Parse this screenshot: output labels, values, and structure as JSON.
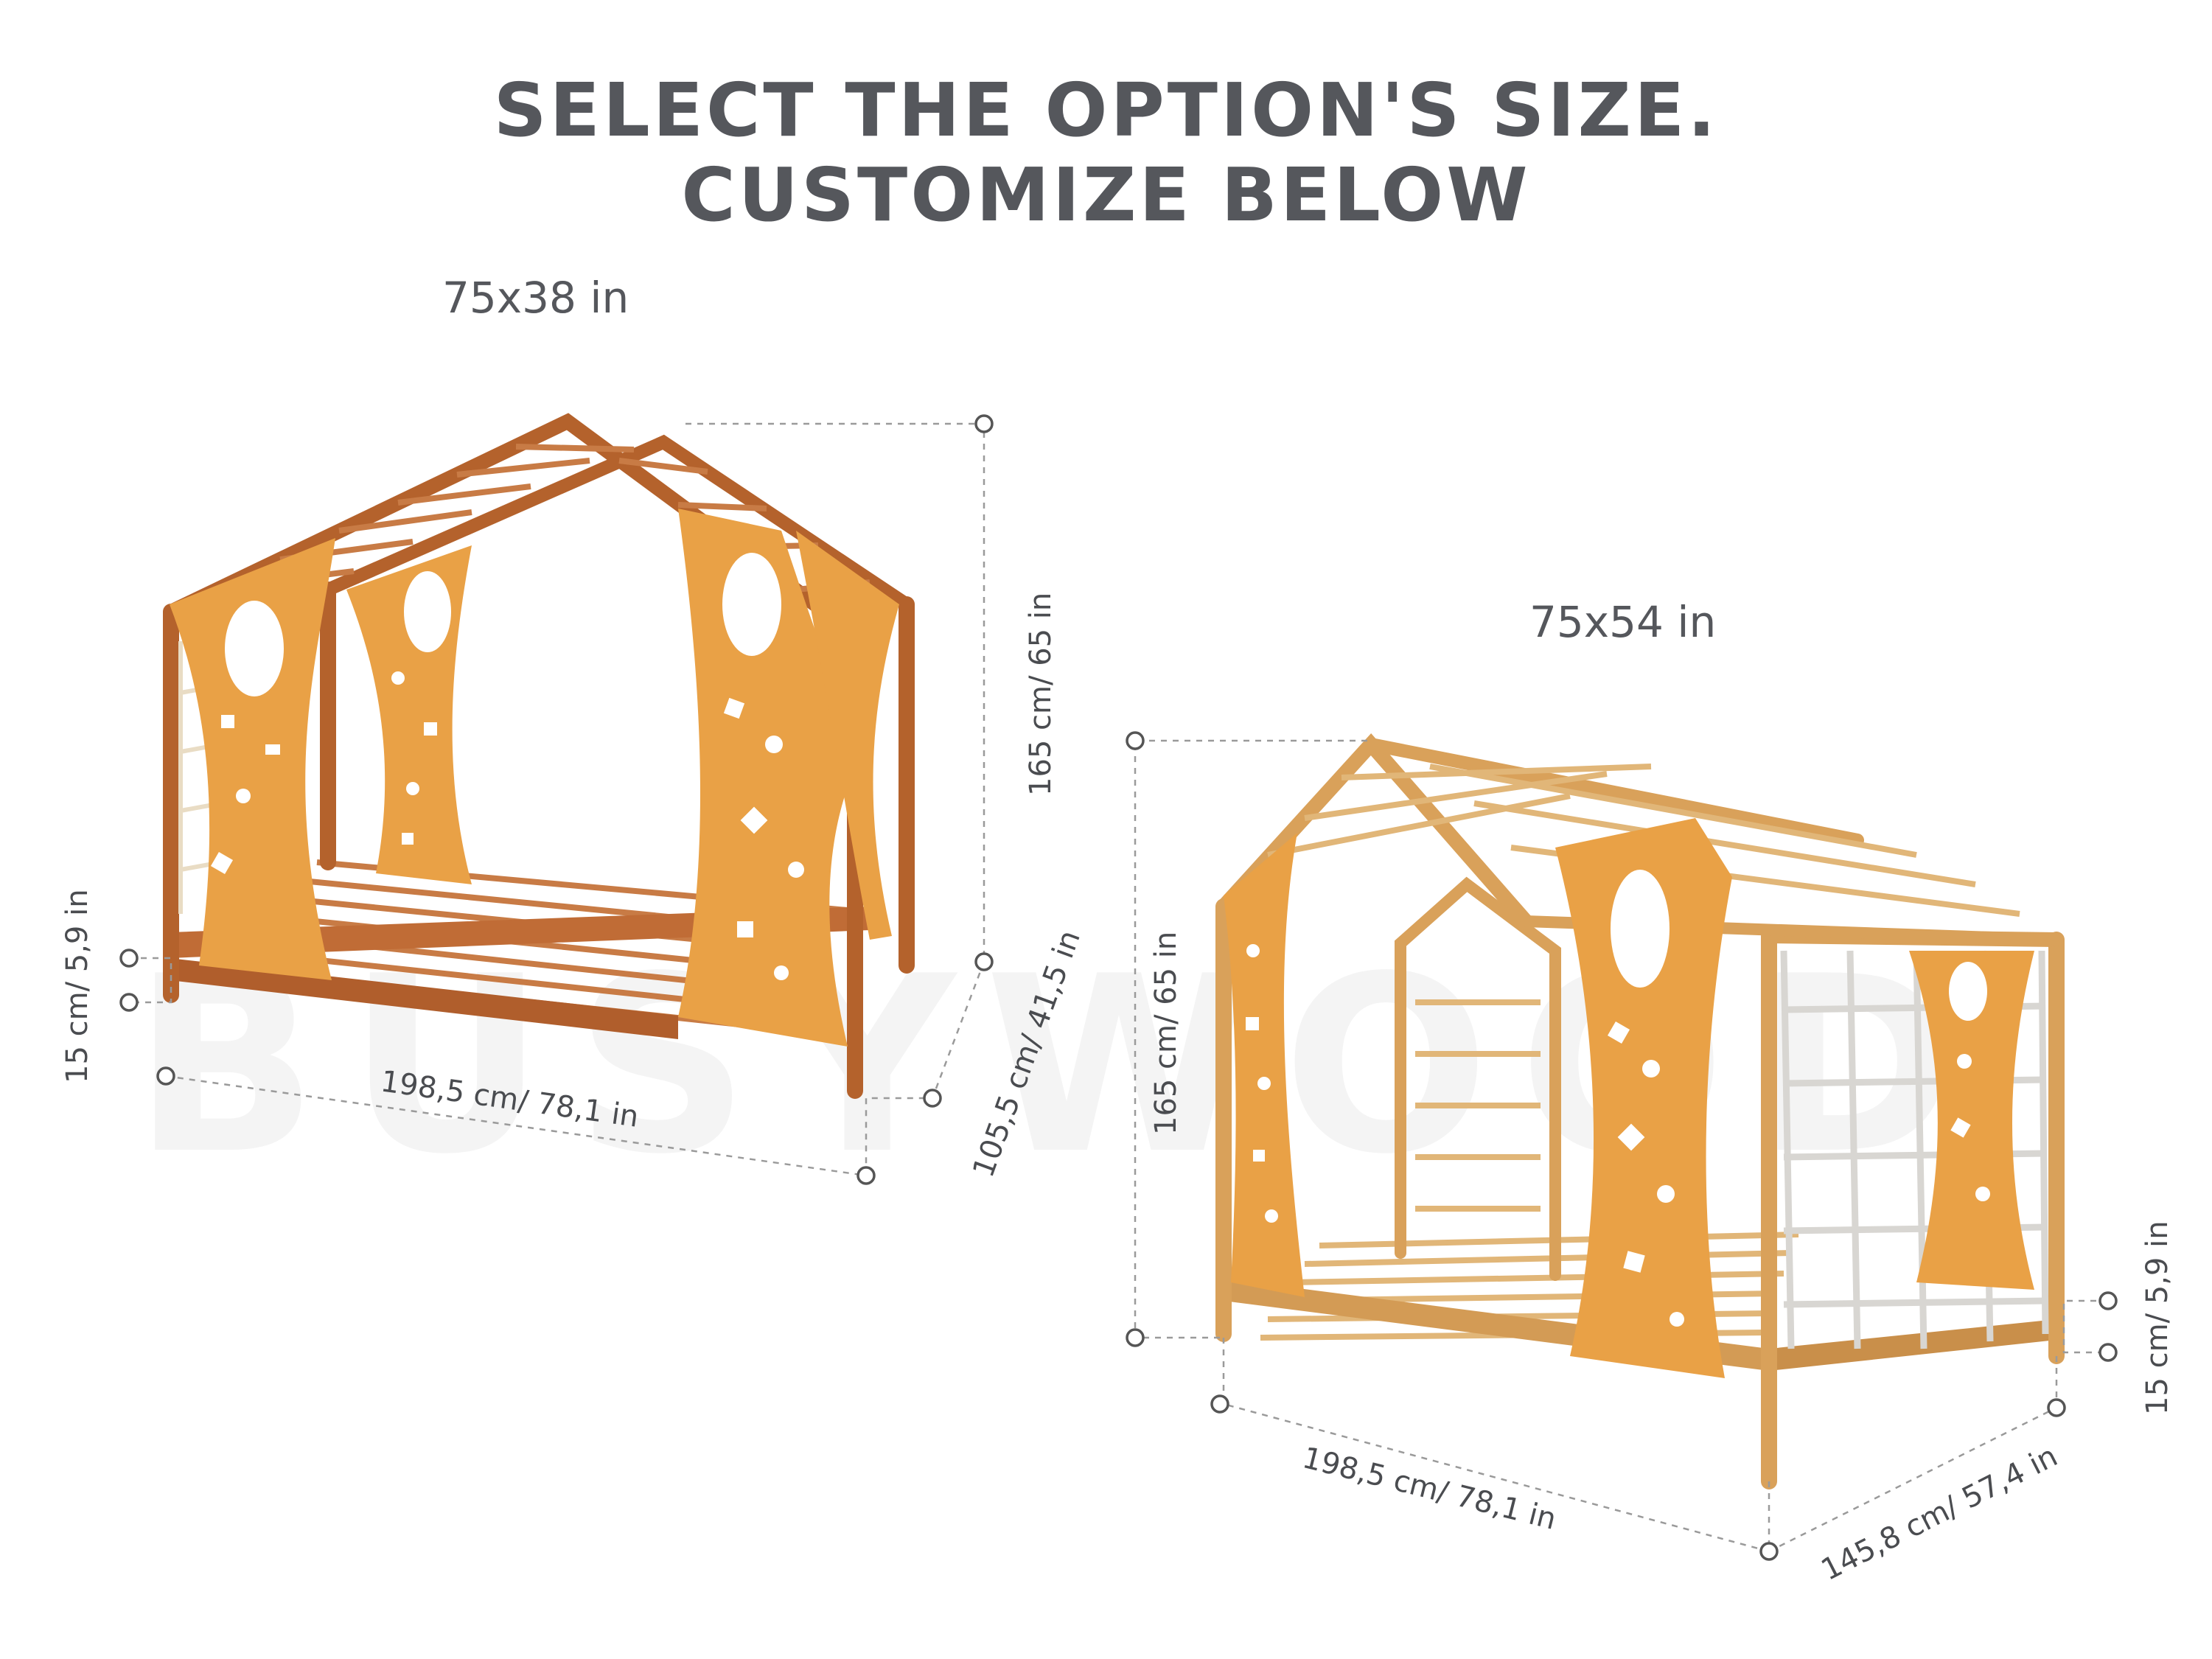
{
  "heading": {
    "line1": "SELECT THE OPTION'S SIZE.",
    "line2": "CUSTOMIZE BELOW"
  },
  "watermark": "BUSYWOOD",
  "options": [
    {
      "size_label": "75x38 in",
      "dimensions": {
        "height": "165 cm/ 65 in",
        "base_height": "15 cm/ 5,9 in",
        "length": "198,5 cm/ 78,1 in",
        "width": "105,5 cm/ 41,5 in"
      }
    },
    {
      "size_label": "75x54 in",
      "dimensions": {
        "height": "165 cm/ 65 in",
        "base_height": "15 cm/ 5,9 in",
        "length": "198,5 cm/ 78,1 in",
        "width": "145,8 cm/ 57,4 in"
      }
    }
  ],
  "colors": {
    "heading": "#55575c",
    "panel": "#e9a146",
    "frame_dark_wood": "#b4622c",
    "frame_light_wood": "#d9a15a"
  }
}
